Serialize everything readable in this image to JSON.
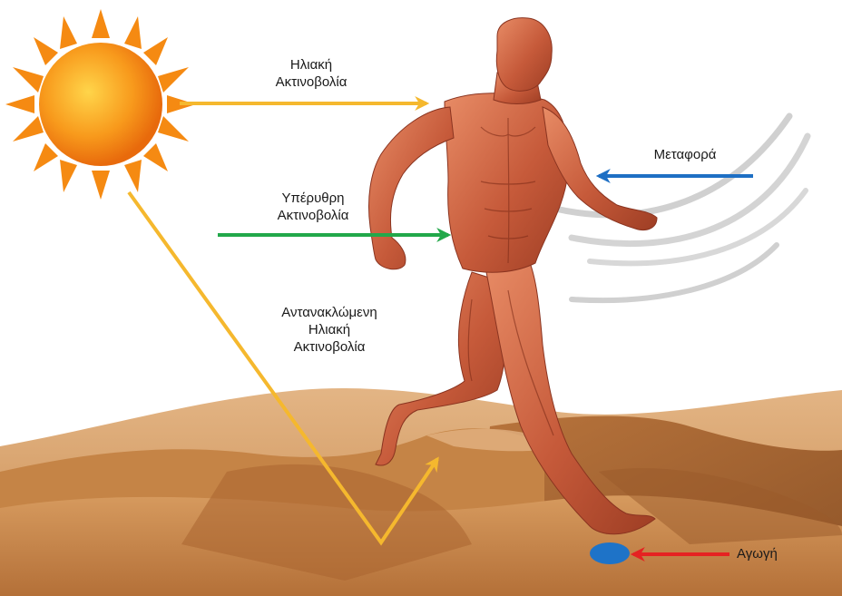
{
  "labels": {
    "solar": {
      "line1": "Ηλιακή",
      "line2": "Ακτινοβολία"
    },
    "infrared": {
      "line1": "Υπέρυθρη",
      "line2": "Ακτινοβολία"
    },
    "reflected": {
      "line1": "Αντανακλώμενη",
      "line2": "Ηλιακή",
      "line3": "Ακτινοβολία"
    },
    "convection": "Μεταφορά",
    "conduction": "Αγωγή"
  },
  "colors": {
    "solar_arrow": "#F5B82E",
    "infrared_arrow": "#22A84A",
    "convection_arrow": "#1E6FC4",
    "conduction_arrow": "#E52222",
    "sun": "#F58A12",
    "sand": "#C47A3C",
    "muscle": "#C65A3A",
    "contact_patch": "#1E73C8"
  },
  "icons": {
    "sun": "sun-icon",
    "runner": "muscular-runner-figure",
    "wind": "wind-streaks-icon",
    "ground": "desert-dunes"
  }
}
